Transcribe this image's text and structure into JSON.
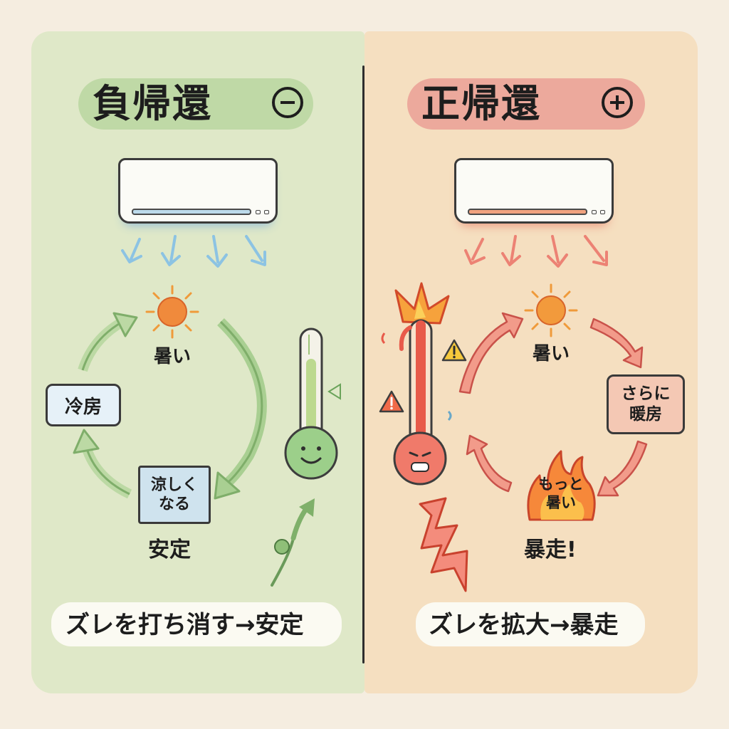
{
  "negative": {
    "title": "負帰還",
    "sign": "minus",
    "hot_label": "暑い",
    "cooling_label": "冷房",
    "cooler_label": "涼しく\nなる",
    "stable_label": "安定",
    "footer": "ズレを打ち消す→安定",
    "accent_color": "#8fbf78",
    "air_color": "#9ccbe6"
  },
  "positive": {
    "title": "正帰還",
    "sign": "plus",
    "hot_label": "暑い",
    "heating_label": "さらに\n暖房",
    "hotter_label": "もっと\n暑い",
    "runaway_label": "暴走!",
    "footer": "ズレを拡大→暴走",
    "accent_color": "#e9786a",
    "air_color": "#ee8a7a"
  },
  "icons": [
    "air-conditioner-icon",
    "sun-icon",
    "thermometer-icon",
    "arrow-icon",
    "warning-icon",
    "fire-icon",
    "lightning-icon"
  ]
}
